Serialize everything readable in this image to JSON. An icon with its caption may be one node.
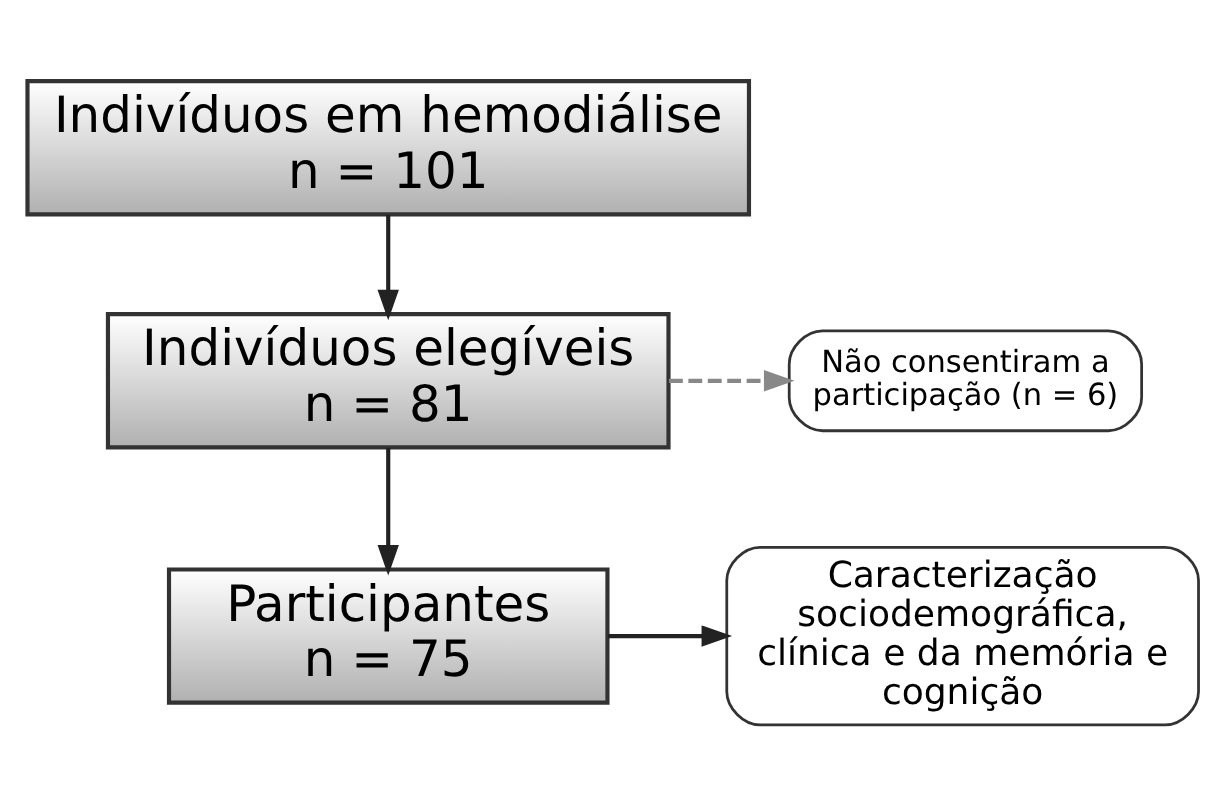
{
  "diagram": {
    "nodes": [
      {
        "text": [
          "Indivíduos em hemodiálise",
          "n = 101"
        ]
      },
      {
        "text": [
          "Indivíduos elegíveis",
          "n = 81"
        ]
      },
      {
        "text": [
          "Não consentiram a participação (n = 6)"
        ]
      },
      {
        "text": [
          "Participantes",
          "n = 75"
        ]
      },
      {
        "text": [
          "Caracterização sociodemográfica, clínica e da memória e cognição"
        ]
      }
    ],
    "edges": [
      {
        "from": 0,
        "to": 1,
        "arrow": "to"
      },
      {
        "from": 1,
        "to": 2,
        "arrow": "to",
        "style": "dashed",
        "color": "#888888"
      },
      {
        "from": 1,
        "to": 3,
        "arrow": "to"
      },
      {
        "from": 3,
        "to": 4,
        "arrow": "to"
      }
    ]
  }
}
